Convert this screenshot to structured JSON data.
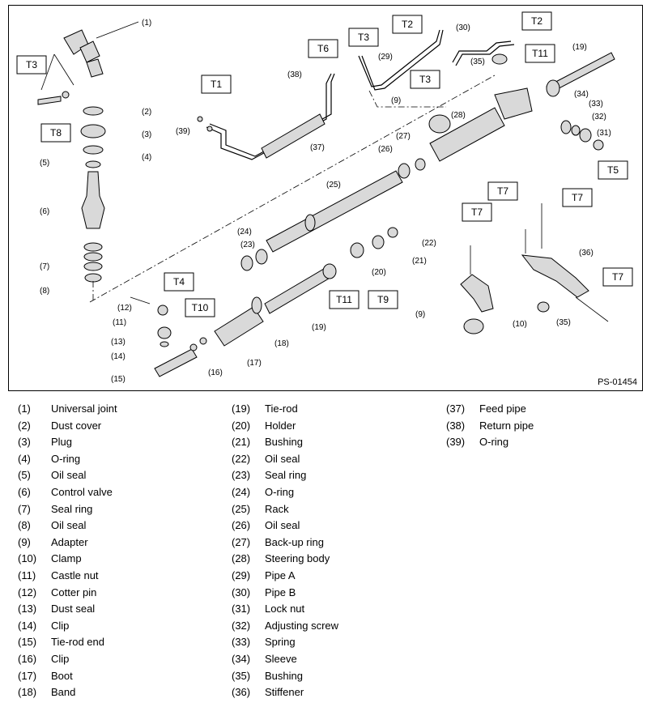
{
  "figure_id": "PS-01454",
  "torque_labels": [
    "T1",
    "T2",
    "T2",
    "T3",
    "T3",
    "T3",
    "T4",
    "T5",
    "T6",
    "T7",
    "T7",
    "T7",
    "T7",
    "T8",
    "T9",
    "T10",
    "T11",
    "T11"
  ],
  "callouts": [
    "(1)",
    "(2)",
    "(3)",
    "(4)",
    "(5)",
    "(6)",
    "(7)",
    "(8)",
    "(9)",
    "(9)",
    "(10)",
    "(11)",
    "(12)",
    "(13)",
    "(14)",
    "(15)",
    "(16)",
    "(17)",
    "(18)",
    "(19)",
    "(19)",
    "(20)",
    "(21)",
    "(22)",
    "(23)",
    "(24)",
    "(25)",
    "(26)",
    "(27)",
    "(28)",
    "(29)",
    "(30)",
    "(31)",
    "(32)",
    "(33)",
    "(34)",
    "(35)",
    "(35)",
    "(36)",
    "(37)",
    "(38)",
    "(39)"
  ],
  "legend_col1": [
    {
      "num": "(1)",
      "name": "Universal joint"
    },
    {
      "num": "(2)",
      "name": "Dust cover"
    },
    {
      "num": "(3)",
      "name": "Plug"
    },
    {
      "num": "(4)",
      "name": "O-ring"
    },
    {
      "num": "(5)",
      "name": "Oil seal"
    },
    {
      "num": "(6)",
      "name": "Control valve"
    },
    {
      "num": "(7)",
      "name": "Seal ring"
    },
    {
      "num": "(8)",
      "name": "Oil seal"
    },
    {
      "num": "(9)",
      "name": "Adapter"
    },
    {
      "num": "(10)",
      "name": "Clamp"
    },
    {
      "num": "(11)",
      "name": "Castle nut"
    },
    {
      "num": "(12)",
      "name": "Cotter pin"
    },
    {
      "num": "(13)",
      "name": "Dust seal"
    },
    {
      "num": "(14)",
      "name": "Clip"
    },
    {
      "num": "(15)",
      "name": "Tie-rod end"
    },
    {
      "num": "(16)",
      "name": "Clip"
    },
    {
      "num": "(17)",
      "name": "Boot"
    },
    {
      "num": "(18)",
      "name": "Band"
    }
  ],
  "legend_col2": [
    {
      "num": "(19)",
      "name": "Tie-rod"
    },
    {
      "num": "(20)",
      "name": "Holder"
    },
    {
      "num": "(21)",
      "name": "Bushing"
    },
    {
      "num": "(22)",
      "name": "Oil seal"
    },
    {
      "num": "(23)",
      "name": "Seal ring"
    },
    {
      "num": "(24)",
      "name": "O-ring"
    },
    {
      "num": "(25)",
      "name": "Rack"
    },
    {
      "num": "(26)",
      "name": "Oil seal"
    },
    {
      "num": "(27)",
      "name": "Back-up ring"
    },
    {
      "num": "(28)",
      "name": "Steering body"
    },
    {
      "num": "(29)",
      "name": "Pipe A"
    },
    {
      "num": "(30)",
      "name": "Pipe B"
    },
    {
      "num": "(31)",
      "name": "Lock nut"
    },
    {
      "num": "(32)",
      "name": "Adjusting screw"
    },
    {
      "num": "(33)",
      "name": "Spring"
    },
    {
      "num": "(34)",
      "name": "Sleeve"
    },
    {
      "num": "(35)",
      "name": "Bushing"
    },
    {
      "num": "(36)",
      "name": "Stiffener"
    }
  ],
  "legend_col3": [
    {
      "num": "(37)",
      "name": "Feed pipe"
    },
    {
      "num": "(38)",
      "name": "Return pipe"
    },
    {
      "num": "(39)",
      "name": "O-ring"
    }
  ]
}
